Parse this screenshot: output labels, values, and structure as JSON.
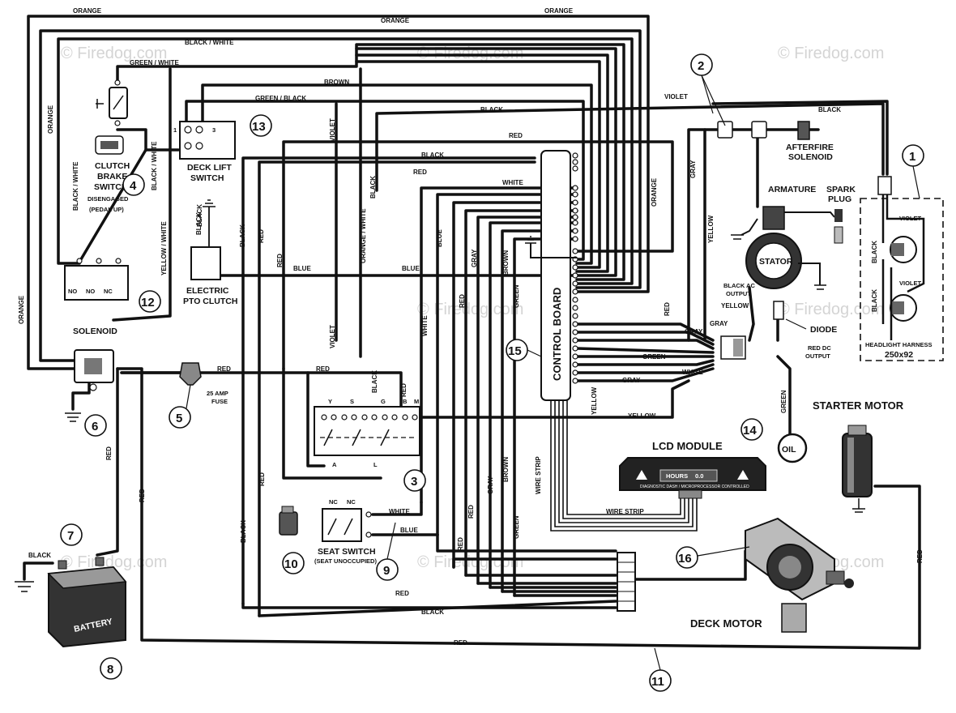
{
  "watermark": "© Firedog.com",
  "wire_labels": {
    "orange": "ORANGE",
    "black_white": "BLACK / WHITE",
    "green_white": "GREEN / WHITE",
    "brown": "BROWN",
    "green_black": "GREEN / BLACK",
    "violet": "VIOLET",
    "black": "BLACK",
    "red": "RED",
    "white": "WHITE",
    "gray": "GRAY",
    "yellow": "YELLOW",
    "blue": "BLUE",
    "yellow_white": "YELLOW / WHITE",
    "orange_white": "ORANGE / WHITE",
    "green": "GREEN",
    "wire_strip": "WIRE STRIP"
  },
  "components": {
    "solenoid": "SOLENOID",
    "no": "NO",
    "nc": "NC",
    "clutch_brake": [
      "CLUTCH",
      "BRAKE",
      "SWITCH"
    ],
    "disengaged": [
      "DISENGAGED",
      "(PEDAL UP)"
    ],
    "deck_lift": [
      "DECK LIFT",
      "SWITCH"
    ],
    "pin_1": "1",
    "pin_3": "3",
    "electric_pto": [
      "ELECTRIC",
      "PTO CLUTCH"
    ],
    "fuse": [
      "25 AMP",
      "FUSE"
    ],
    "ignition_pins": [
      "Y",
      "S",
      "G",
      "B",
      "M"
    ],
    "ignition_a": "A",
    "ignition_l": "L",
    "seat_switch": [
      "SEAT SWITCH",
      "(SEAT UNOCCUPIED)"
    ],
    "control_board": "CONTROL BOARD",
    "afterfire": [
      "AFTERFIRE",
      "SOLENOID"
    ],
    "armature": "ARMATURE",
    "spark_plug": [
      "SPARK",
      "PLUG"
    ],
    "stator": "STATOR",
    "black_ac": [
      "BLACK AC",
      "OUTPUT"
    ],
    "red_dc": [
      "RED DC",
      "OUTPUT"
    ],
    "diode": "DIODE",
    "headlight": [
      "HEADLIGHT HARNESS",
      "250x92"
    ],
    "oil": "OIL",
    "starter_motor": "STARTER MOTOR",
    "lcd_module": "LCD MODULE",
    "lcd_hours": "HOURS",
    "lcd_value": "0.0",
    "lcd_sub": "DIAGNOSTIC DASH / MICROPROCESSOR CONTROLLED",
    "battery": "BATTERY",
    "deck_motor": "DECK MOTOR"
  },
  "callouts": [
    "1",
    "2",
    "3",
    "4",
    "5",
    "6",
    "7",
    "8",
    "9",
    "10",
    "11",
    "12",
    "13",
    "14",
    "15",
    "16"
  ]
}
